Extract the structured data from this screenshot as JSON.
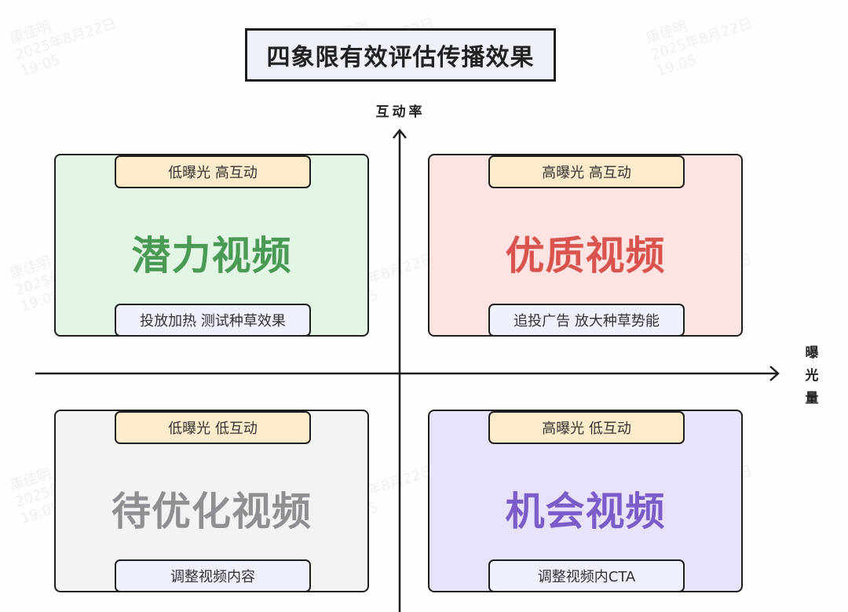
{
  "title": "四象限有效评估传播效果",
  "axes": {
    "y_label": "互动率",
    "x_label": [
      "曝",
      "光",
      "量"
    ]
  },
  "quadrants": [
    {
      "id": "top-left",
      "tag": "低曝光 高互动",
      "name": "潜力视频",
      "action": "投放加热 测试种草效果",
      "bg": "#e3f5e4",
      "color": "#4a9a55"
    },
    {
      "id": "top-right",
      "tag": "高曝光 高互动",
      "name": "优质视频",
      "action": "追投广告 放大种草势能",
      "bg": "#fde3e1",
      "color": "#d9534f"
    },
    {
      "id": "bottom-left",
      "tag": "低曝光 低互动",
      "name": "待优化视频",
      "action": "调整视频内容",
      "bg": "#f3f3f2",
      "color": "#8d8f93"
    },
    {
      "id": "bottom-right",
      "tag": "高曝光 低互动",
      "name": "机会视频",
      "action": "调整视频内CTA",
      "bg": "#e9e2fb",
      "color": "#7b5cc9"
    }
  ],
  "watermark": {
    "name": "康佳明",
    "date": "2025年8月22日",
    "time": "19:05"
  }
}
